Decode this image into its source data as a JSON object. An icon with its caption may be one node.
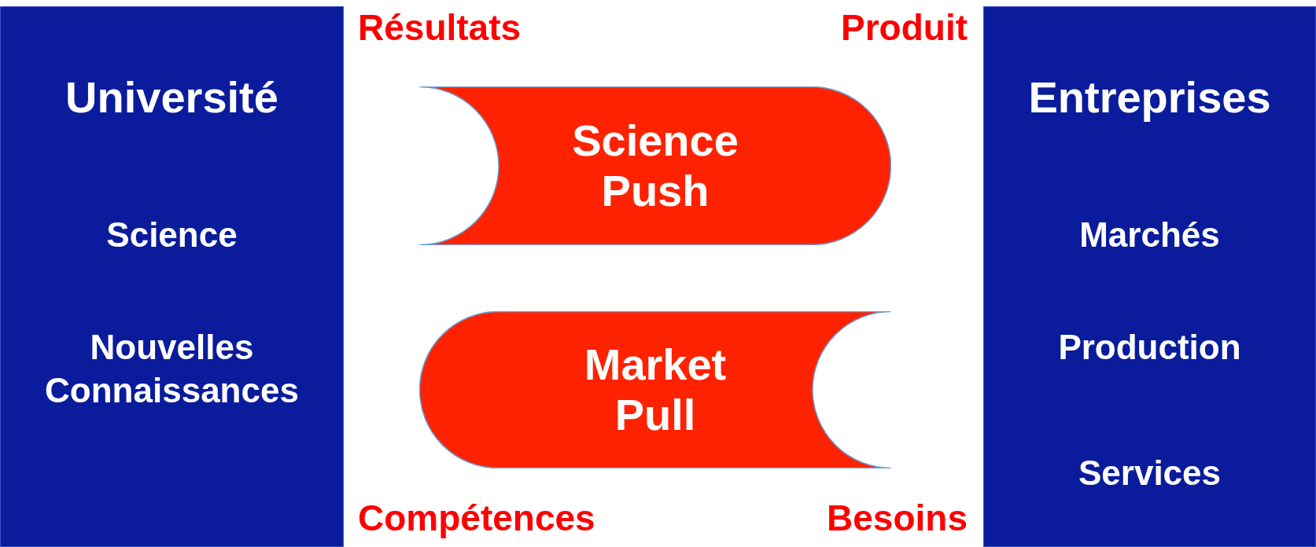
{
  "diagram": {
    "nodes": [
      {
        "text": [
          "Université",
          "Science",
          "Nouvelles Connaissances"
        ]
      },
      {
        "text": [
          "Entreprises",
          "Marchés",
          "Production",
          "Services"
        ]
      },
      {
        "text": [
          "Science Push"
        ]
      },
      {
        "text": [
          "Market Pull"
        ]
      }
    ],
    "labels": [
      "Résultats",
      "Produit",
      "Compétences",
      "Besoins"
    ]
  }
}
